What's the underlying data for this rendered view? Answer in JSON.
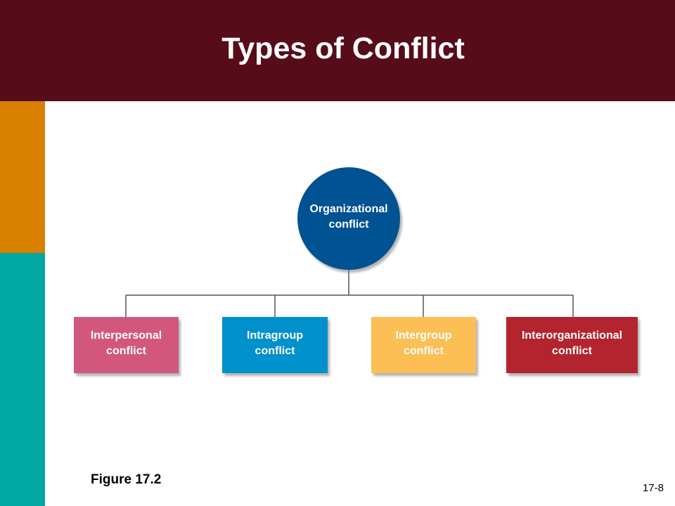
{
  "slide": {
    "title": "Types of Conflict",
    "figure_label": "Figure 17.2",
    "slide_number": "17-8"
  },
  "colors": {
    "header": "#560d19",
    "accent_orange": "#d98000",
    "accent_teal": "#00a8a3",
    "connector": "#555555"
  },
  "diagram": {
    "root": {
      "label": "Organizational\nconflict",
      "color": "#005393"
    },
    "children": [
      {
        "label": "Interpersonal\nconflict",
        "color": "#d3577d"
      },
      {
        "label": "Intragroup\nconflict",
        "color": "#0090cb"
      },
      {
        "label": "Intergroup\nconflict",
        "color": "#fcbf55"
      },
      {
        "label": "Interorganizational\nconflict",
        "color": "#b3242f"
      }
    ]
  }
}
